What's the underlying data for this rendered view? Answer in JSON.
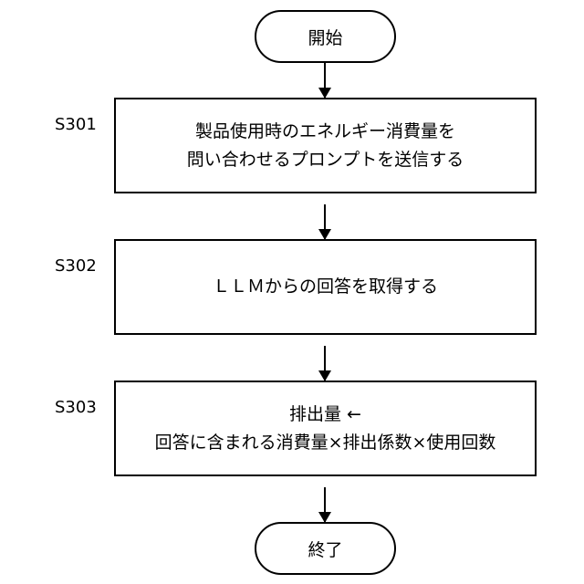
{
  "flowchart": {
    "start": "開始",
    "end": "終了",
    "steps": [
      {
        "id": "S301",
        "lines": [
          "製品使用時のエネルギー消費量を",
          "問い合わせるプロンプトを送信する"
        ]
      },
      {
        "id": "S302",
        "lines": [
          "ＬＬＭからの回答を取得する"
        ]
      },
      {
        "id": "S303",
        "lines": [
          "排出量 ←",
          "回答に含まれる消費量×排出係数×使用回数"
        ]
      }
    ]
  }
}
